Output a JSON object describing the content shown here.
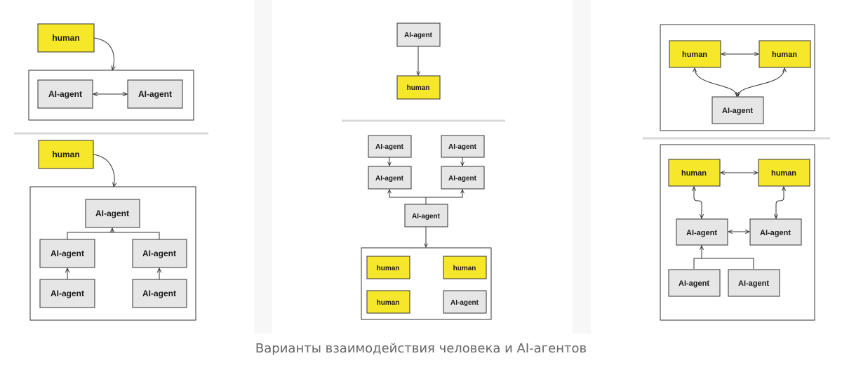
{
  "labels": {
    "human": "human",
    "agent": "AI-agent"
  },
  "colors": {
    "human_fill": "#f7e72b",
    "agent_fill": "#e6e6e6",
    "line": "#333333",
    "separator": "#d9d9d9"
  },
  "caption": "Варианты взаимодействия человека и AI-агентов"
}
